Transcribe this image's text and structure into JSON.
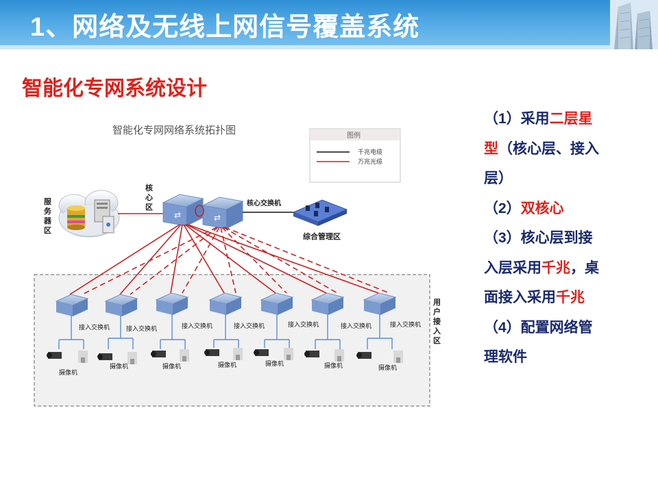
{
  "header": {
    "title": "1、网络及无线上网信号覆盖系统"
  },
  "subtitle": "智能化专网系统设计",
  "diagram": {
    "title": "智能化专网网络系统拓扑图",
    "legend": {
      "title": "图例",
      "items": [
        "千兆电缆",
        "万兆光缆"
      ]
    },
    "labels": {
      "server_zone": [
        "服",
        "务",
        "器",
        "区"
      ],
      "core_zone": [
        "核",
        "心",
        "区"
      ],
      "core_switch": "核心交换机",
      "management_zone": "综合管理区",
      "user_access_zone": [
        "用",
        "户",
        "接",
        "入",
        "区"
      ],
      "access_switch": "接入交换机",
      "camera": "摄像机"
    },
    "colors": {
      "fiber": "#cc1f1f",
      "cable": "#111111",
      "switch": "#6b8fc8",
      "uplink": "#5a8dd6"
    }
  },
  "right_points": {
    "l1": [
      "（1）采用",
      "二层星"
    ],
    "l2": [
      "型",
      "（核心层、接入"
    ],
    "l3": "层）",
    "l4": [
      "（2）",
      "双核心"
    ],
    "l5": "（3）核心层到接",
    "l6": [
      "入层采用",
      "千兆",
      "，桌"
    ],
    "l7": [
      "面接入采用",
      "千兆"
    ],
    "l8": "（4）配置网络管",
    "l9": "理软件"
  }
}
